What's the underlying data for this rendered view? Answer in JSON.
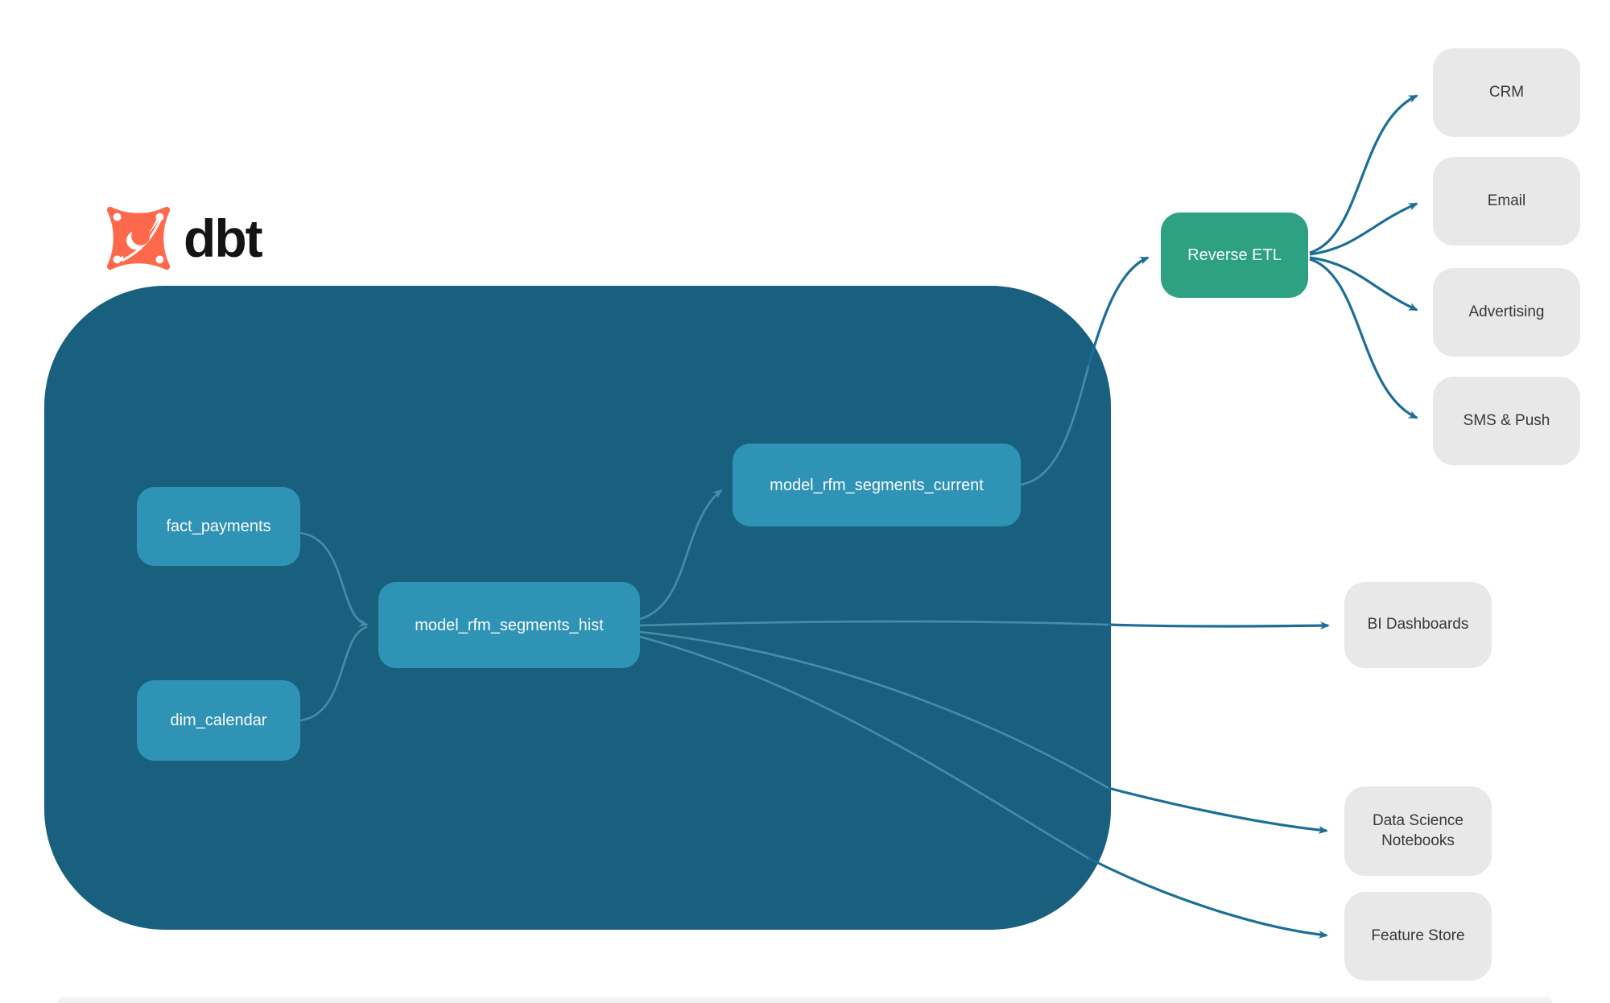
{
  "logo": {
    "brand": "dbt",
    "icon": "dbt-star-icon",
    "orange": "#FF694B"
  },
  "diagram": {
    "warehouse_nodes": {
      "fact_payments": {
        "label": "fact_payments"
      },
      "dim_calendar": {
        "label": "dim_calendar"
      },
      "model_rfm_segments_hist": {
        "label": "model_rfm_segments_hist"
      },
      "model_rfm_segments_current": {
        "label": "model_rfm_segments_current"
      }
    },
    "reverse_etl": {
      "label": "Reverse ETL"
    },
    "destinations": {
      "crm": {
        "label": "CRM"
      },
      "email": {
        "label": "Email"
      },
      "advertising": {
        "label": "Advertising"
      },
      "sms_push": {
        "label": "SMS & Push"
      },
      "bi_dashboards": {
        "label": "BI Dashboards"
      },
      "data_science_notebooks": {
        "label": "Data Science Notebooks"
      },
      "feature_store": {
        "label": "Feature Store"
      }
    },
    "edges": [
      {
        "from": "fact_payments",
        "to": "model_rfm_segments_hist"
      },
      {
        "from": "dim_calendar",
        "to": "model_rfm_segments_hist"
      },
      {
        "from": "model_rfm_segments_hist",
        "to": "model_rfm_segments_current"
      },
      {
        "from": "model_rfm_segments_current",
        "to": "reverse_etl"
      },
      {
        "from": "reverse_etl",
        "to": "crm"
      },
      {
        "from": "reverse_etl",
        "to": "email"
      },
      {
        "from": "reverse_etl",
        "to": "advertising"
      },
      {
        "from": "reverse_etl",
        "to": "sms_push"
      },
      {
        "from": "model_rfm_segments_hist",
        "to": "bi_dashboards"
      },
      {
        "from": "model_rfm_segments_hist",
        "to": "data_science_notebooks"
      },
      {
        "from": "model_rfm_segments_hist",
        "to": "feature_store"
      }
    ],
    "colors": {
      "container": "#19607F",
      "warehouse_node": "#2F93B5",
      "reverse_etl_node": "#2EA183",
      "destination_node": "#E8E8E8",
      "edge_inside": "#478CA8",
      "edge_outside": "#1C6E96",
      "node_text": "#FDFDFD",
      "destination_text": "#383838"
    }
  }
}
